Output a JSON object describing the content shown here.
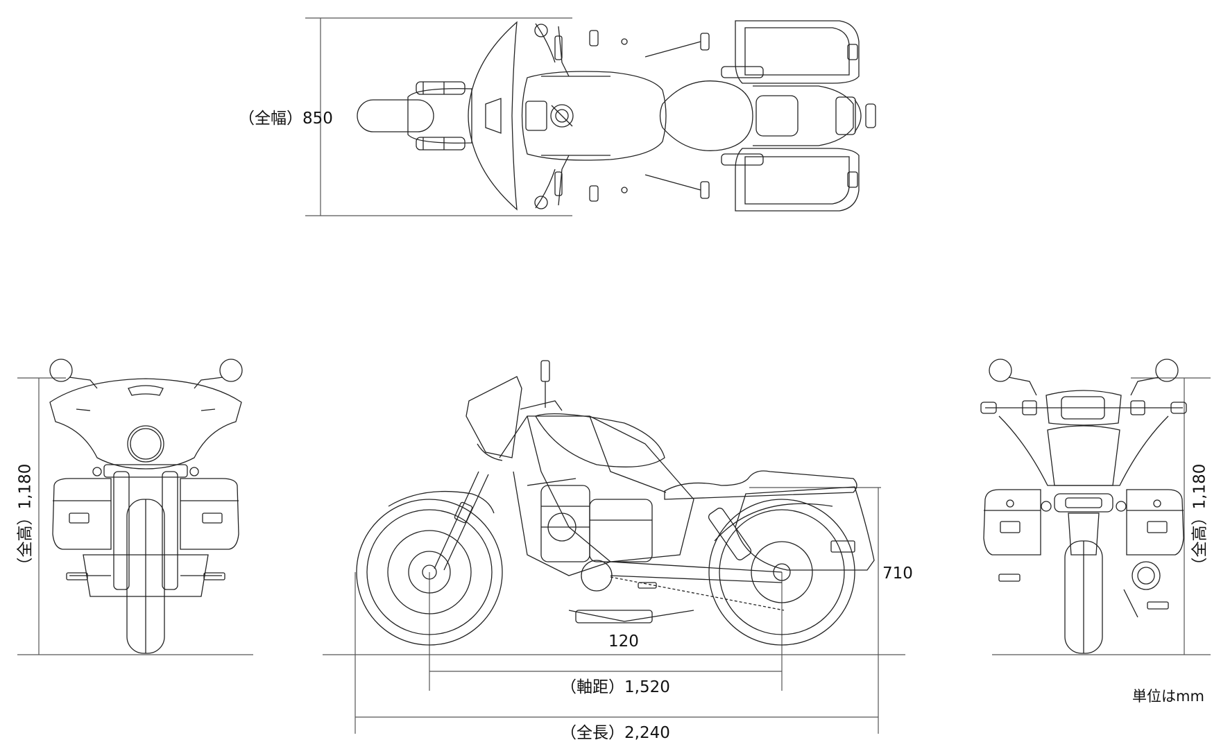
{
  "dimensions": {
    "overall_width": "（全幅）850",
    "overall_height_left": "（全高）1,180",
    "overall_height_right": "（全高）1,180",
    "seat_height": "710",
    "ground_clearance": "120",
    "wheelbase": "（軸距）1,520",
    "overall_length": "（全長）2,240"
  },
  "unit_note": "単位はmm",
  "colors": {
    "line": "#222222",
    "dim_line": "#555555",
    "background": "#ffffff"
  },
  "views": {
    "top": "top-view",
    "front": "front-view",
    "side": "side-view",
    "rear": "rear-view"
  }
}
